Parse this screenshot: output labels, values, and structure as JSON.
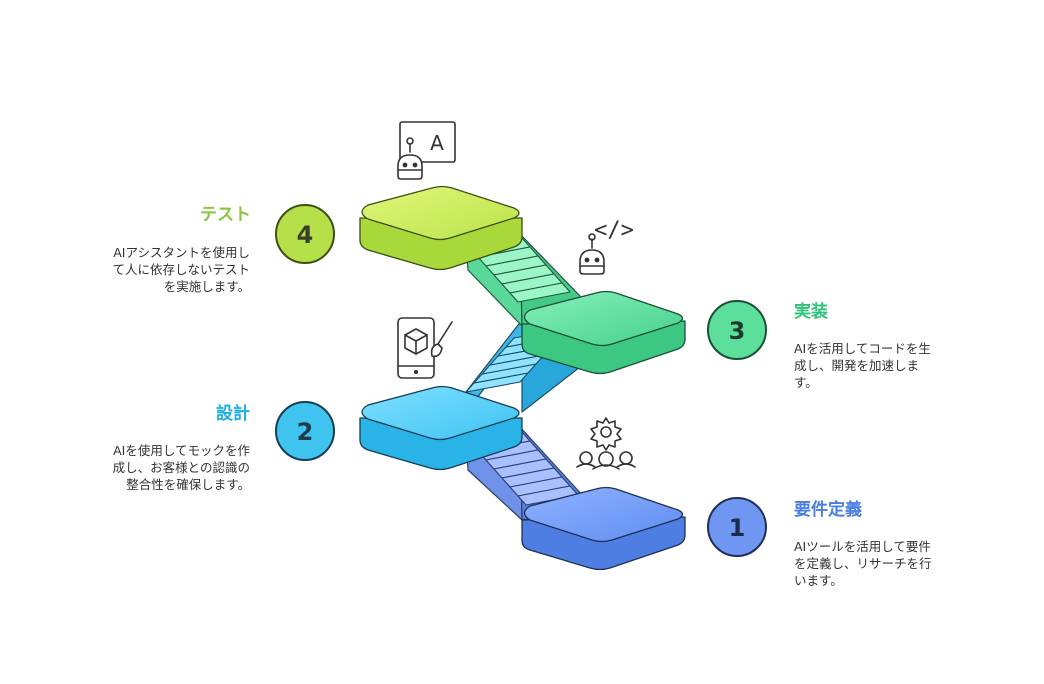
{
  "steps": [
    {
      "number": "1",
      "title": "要件定義",
      "desc_lines": [
        "AIツールを活用して要件",
        "を定義し、リサーチを行",
        "います。"
      ],
      "color": "#4a7de0",
      "icon": "gear-team-icon"
    },
    {
      "number": "2",
      "title": "設計",
      "desc_lines": [
        "AIを使用してモックを作",
        "成し、お客様との認識の",
        "整合性を確保します。"
      ],
      "color": "#20aee0",
      "icon": "mobile-design-icon"
    },
    {
      "number": "3",
      "title": "実装",
      "desc_lines": [
        "AIを活用してコードを生",
        "成し、開発を加速しま",
        "す。"
      ],
      "color": "#2fc27a",
      "icon": "robot-code-icon"
    },
    {
      "number": "4",
      "title": "テスト",
      "desc_lines": [
        "AIアシスタントを使用し",
        "て人に依存しないテスト",
        "を実施します。"
      ],
      "color": "#8cc63f",
      "icon": "robot-screen-icon"
    }
  ],
  "icon_symbols": {
    "code": "</>",
    "screen_letter": "A"
  }
}
